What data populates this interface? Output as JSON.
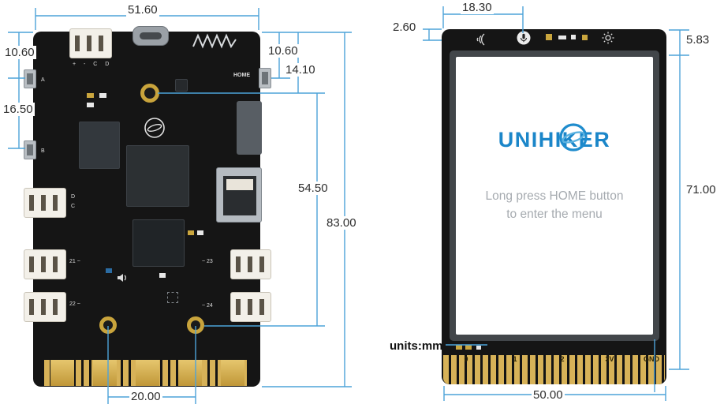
{
  "units_label": "units:mm",
  "colors": {
    "dimension_line": "#4da3d9",
    "brand_blue": "#1b86c9",
    "pcb_black": "#151515",
    "gold": "#d7b258"
  },
  "left_board": {
    "dims": {
      "top_width": "51.60",
      "left_upper": "10.60",
      "left_mid": "16.50",
      "right_upper": "10.60",
      "hole_top_offset": "14.10",
      "hole_vertical_spacing": "54.50",
      "total_height": "83.00",
      "hole_horizontal_spacing": "20.00"
    },
    "silkscreen": {
      "home": "HOME",
      "btn_a": "A",
      "btn_b": "B",
      "i2c_pins": "+ - C D",
      "pin_d": "D",
      "pin_c": "C",
      "port_21": "21 ~",
      "port_22": "22 ~",
      "port_23": "~ 23",
      "port_24": "~ 24"
    }
  },
  "right_board": {
    "dims": {
      "mic_offset": "18.30",
      "top_edge": "2.60",
      "screen_top_offset": "5.83",
      "screen_height": "71.00",
      "board_width": "50.00"
    },
    "screen": {
      "brand": "UNIHIKER",
      "message_line1": "Long press HOME button",
      "message_line2": "to enter the menu"
    },
    "edge_pads": [
      "0",
      "1",
      "2",
      "3V",
      "GND"
    ]
  }
}
